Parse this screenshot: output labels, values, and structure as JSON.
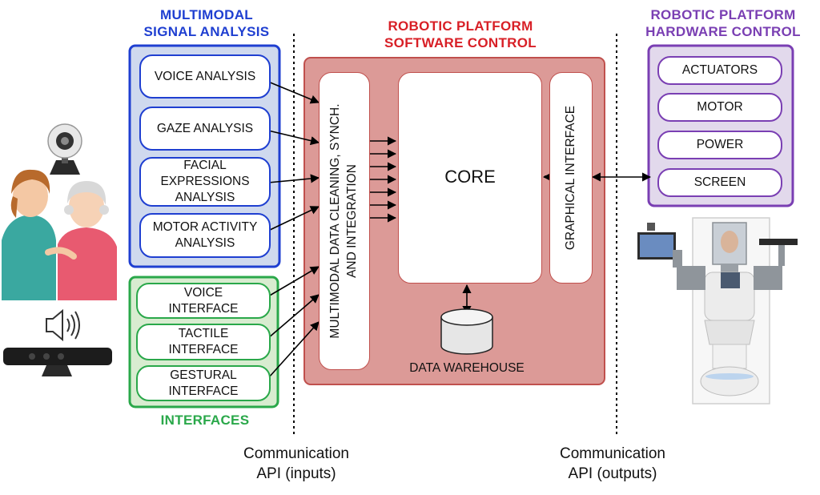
{
  "headers": {
    "multimodal": [
      "MULTIMODAL",
      "SIGNAL ANALYSIS"
    ],
    "software": [
      "ROBOTIC PLATFORM",
      "SOFTWARE CONTROL"
    ],
    "hardware": [
      "ROBOTIC PLATFORM",
      "HARDWARE CONTROL"
    ],
    "interfaces": "INTERFACES"
  },
  "analysis_items": [
    "VOICE ANALYSIS",
    "GAZE ANALYSIS",
    "FACIAL EXPRESSIONS ANALYSIS",
    "MOTOR ACTIVITY ANALYSIS"
  ],
  "interface_items": [
    "VOICE INTERFACE",
    "TACTILE INTERFACE",
    "GESTURAL INTERFACE"
  ],
  "software": {
    "integration_label": [
      "MULTIMODAL DATA CLEANING, SYNCH.",
      "AND INTEGRATION"
    ],
    "core_label": "CORE",
    "graphical_label": "GRAPHICAL INTERFACE",
    "warehouse_label": "DATA WAREHOUSE"
  },
  "hardware_items": [
    "ACTUATORS",
    "MOTOR",
    "POWER",
    "SCREEN"
  ],
  "api": {
    "inputs": [
      "Communication",
      "API (inputs)"
    ],
    "outputs": [
      "Communication",
      "API (outputs)"
    ]
  },
  "colors": {
    "blue": "#1f3fd1",
    "green": "#2aa84a",
    "red": "#d81f26",
    "purple": "#7a3fb3",
    "software_fill": "#dc9a97",
    "blue_fill": "#cfd9ee",
    "green_fill": "#d8ecd0",
    "purple_fill": "#e2d9ec"
  }
}
